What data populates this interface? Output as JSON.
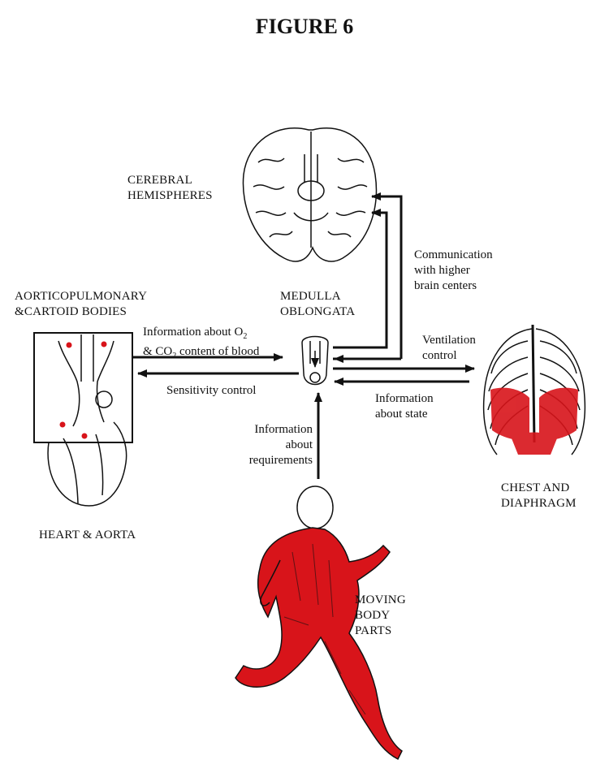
{
  "title": "FIGURE 6",
  "labels": {
    "cerebral_line1": "CEREBRAL",
    "cerebral_line2": "HEMISPHERES",
    "aortic_line1": "AORTICOPULMONARY",
    "aortic_line2": "&CARTOID BODIES",
    "medulla_line1": "MEDULLA",
    "medulla_line2": "OBLONGATA",
    "heart": "HEART & AORTA",
    "chest_line1": "CHEST AND",
    "chest_line2": "DIAPHRAGM",
    "moving_line1": "MOVING",
    "moving_line2": "BODY",
    "moving_line3": "PARTS"
  },
  "arrows": {
    "comm_line1": "Communication",
    "comm_line2": "with higher",
    "comm_line3": "brain centers",
    "info_o2_pre": "Information about O",
    "info_o2_sub": "2",
    "info_co2_pre": "& CO",
    "info_co2_sub": "2",
    "info_co2_post": " content of blood",
    "sensitivity": "Sensitivity control",
    "vent_line1": "Ventilation",
    "vent_line2": "control",
    "state_line1": "Information",
    "state_line2": "about state",
    "req_line1": "Information",
    "req_line2": "about",
    "req_line3": "requirements"
  },
  "colors": {
    "muscle": "#d8141a",
    "ink": "#111111"
  }
}
